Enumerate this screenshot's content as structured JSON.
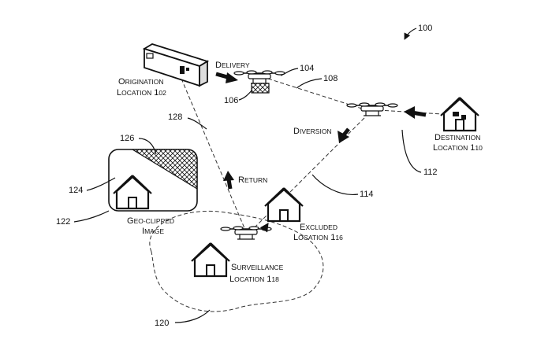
{
  "figure_ref": "100",
  "origination": {
    "line1": "Origination",
    "line2": "Location 102"
  },
  "delivery": "Delivery",
  "refs": {
    "r104": "104",
    "r106": "106",
    "r108": "108",
    "r112": "112",
    "r114": "114",
    "r120": "120",
    "r122": "122",
    "r124": "124",
    "r126": "126",
    "r128": "128"
  },
  "destination": {
    "line1": "Destination",
    "line2": "Location 110"
  },
  "diversion": "Diversion",
  "return_label": "Return",
  "excluded": {
    "line1": "Excluded",
    "line2": "Location 116"
  },
  "surveillance": {
    "line1": "Surveillance",
    "line2": "Location 118"
  },
  "geo_clipped": {
    "line1": "Geo-clipped",
    "line2": "Image"
  }
}
